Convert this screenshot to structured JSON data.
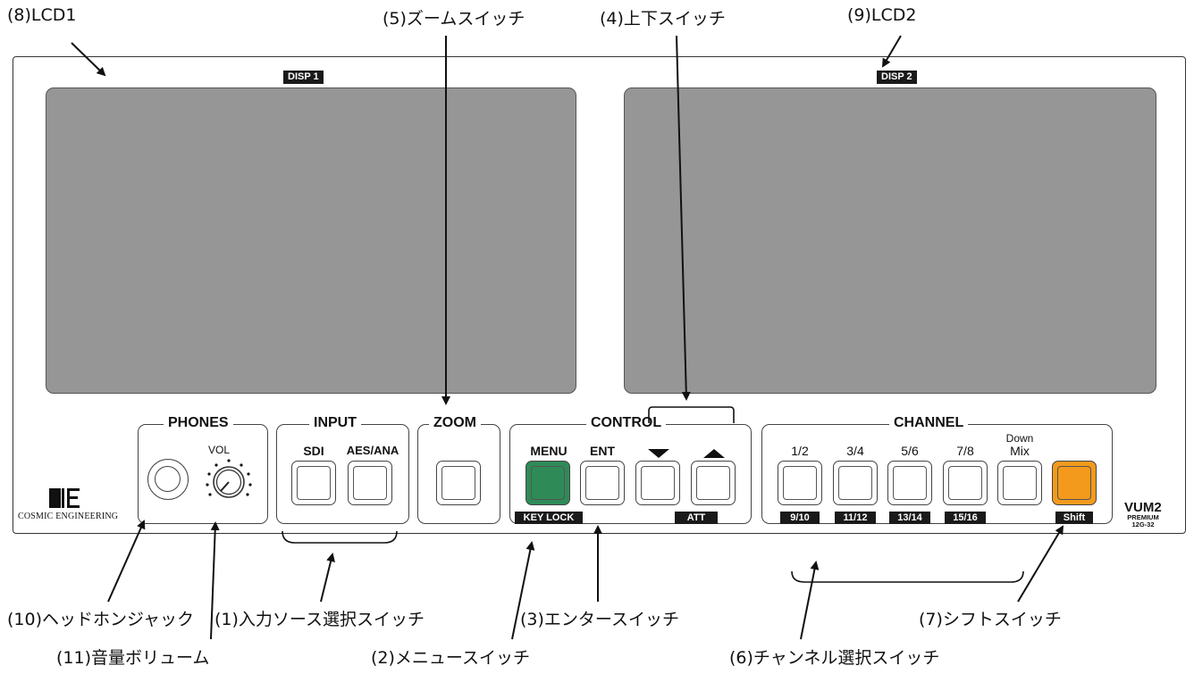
{
  "callouts": {
    "lcd1": "(8)LCD1",
    "zoom_switch": "(5)ズームスイッチ",
    "updown_switch": "(4)上下スイッチ",
    "lcd2": "(9)LCD2",
    "headphone_jack": "(10)ヘッドホンジャック",
    "input_select": "(1)入力ソース選択スイッチ",
    "enter_switch": "(3)エンタースイッチ",
    "shift_switch": "(7)シフトスイッチ",
    "volume": "(11)音量ボリューム",
    "menu_switch": "(2)メニュースイッチ",
    "channel_select": "(6)チャンネル選択スイッチ"
  },
  "displays": {
    "disp1": "DISP 1",
    "disp2": "DISP 2"
  },
  "groups": {
    "phones": "PHONES",
    "input": "INPUT",
    "zoom": "ZOOM",
    "control": "CONTROL",
    "channel": "CHANNEL"
  },
  "labels": {
    "vol": "VOL",
    "sdi": "SDI",
    "aes_ana": "AES/ANA",
    "menu": "MENU",
    "ent": "ENT",
    "key_lock": "KEY LOCK",
    "att": "ATT",
    "ch_1_2": "1/2",
    "ch_3_4": "3/4",
    "ch_5_6": "5/6",
    "ch_7_8": "7/8",
    "down": "Down",
    "mix": "Mix",
    "ch_9_10": "9/10",
    "ch_11_12": "11/12",
    "ch_13_14": "13/14",
    "ch_15_16": "15/16",
    "shift": "Shift"
  },
  "brand": {
    "logo": "COSMIC ENGINEERING",
    "model": "VUM2",
    "model_sub1": "PREMIUM",
    "model_sub2": "12G-32"
  },
  "colors": {
    "menu_key": "#2e8b57",
    "shift_key": "#f39a1c",
    "lcd": "#969696"
  },
  "icons": [
    "down-triangle-icon",
    "up-triangle-icon",
    "phone-jack-icon",
    "volume-knob-icon",
    "cosmic-engineering-logo"
  ]
}
